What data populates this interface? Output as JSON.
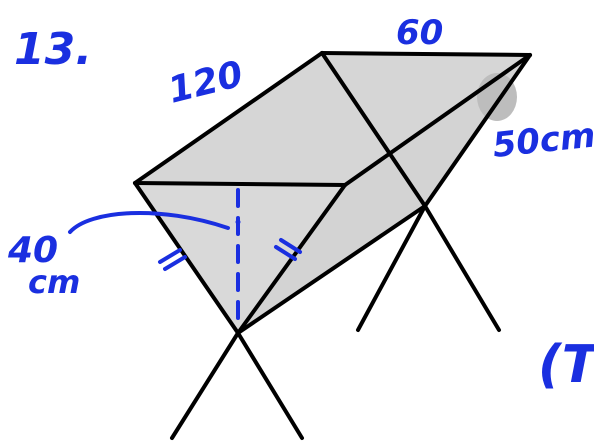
{
  "problem_number": "13.",
  "labels": {
    "top_left_edge": "120",
    "top_right_edge": "60",
    "right_edge": "50cm",
    "height_value": "40",
    "height_unit": "cm",
    "cut_off_text": "(T"
  },
  "colors": {
    "ink": "#000000",
    "annotation": "#1a2fe0",
    "trough_fill": "#d6d6d6"
  }
}
